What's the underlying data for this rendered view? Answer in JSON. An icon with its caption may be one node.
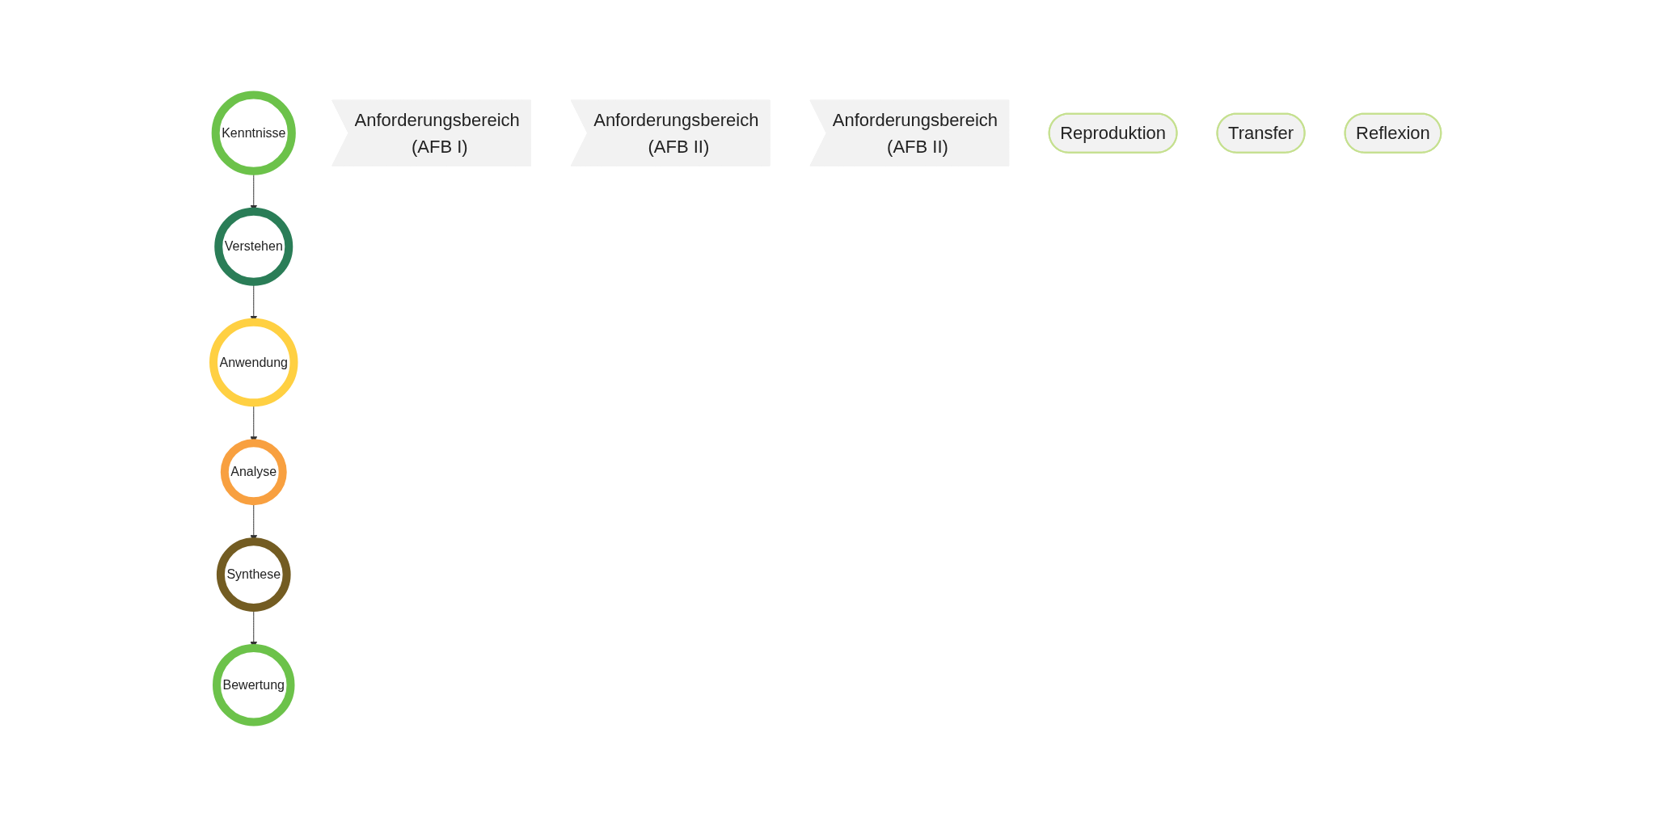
{
  "diagram": {
    "nodes": [
      {
        "text": [
          "Kenntnisse"
        ]
      },
      {
        "text": [
          "Verstehen"
        ]
      },
      {
        "text": [
          "Anwendung"
        ]
      },
      {
        "text": [
          "Analyse"
        ]
      },
      {
        "text": [
          "Synthese"
        ]
      },
      {
        "text": [
          "Bewertung"
        ]
      },
      {
        "text": [
          "Anforderungsbereich (AFB I)"
        ]
      },
      {
        "text": [
          "Anforderungsbereich (AFB II)"
        ]
      },
      {
        "text": [
          "Anforderungsbereich (AFB II)"
        ]
      },
      {
        "text": [
          "Reproduktion"
        ]
      },
      {
        "text": [
          "Transfer"
        ]
      },
      {
        "text": [
          "Reflexion"
        ]
      }
    ],
    "edges": [
      {
        "from": 0,
        "to": 1,
        "arrow": "to"
      },
      {
        "from": 1,
        "to": 2,
        "arrow": "to"
      },
      {
        "from": 2,
        "to": 3,
        "arrow": "to"
      },
      {
        "from": 3,
        "to": 4,
        "arrow": "to"
      },
      {
        "from": 4,
        "to": 5,
        "arrow": "to"
      }
    ]
  }
}
